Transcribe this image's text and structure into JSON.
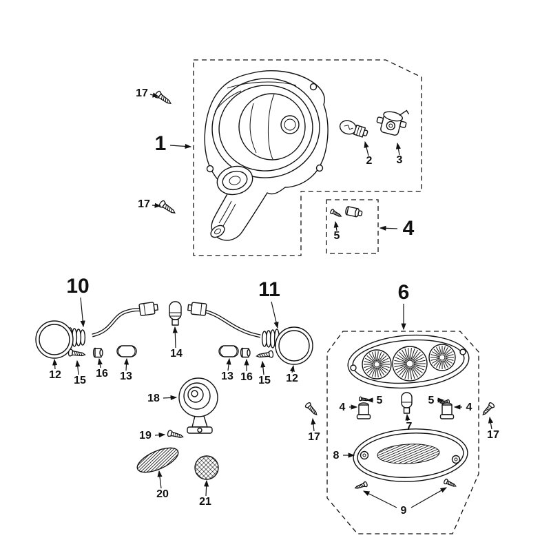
{
  "diagram": {
    "background": "#ffffff",
    "line_color": "#111111",
    "labels": {
      "1": "1",
      "2": "2",
      "3": "3",
      "4": "4",
      "5": "5",
      "6": "6",
      "7": "7",
      "8": "8",
      "9": "9",
      "10": "10",
      "11": "11",
      "12": "12",
      "13": "13",
      "14": "14",
      "15": "15",
      "16": "16",
      "17": "17",
      "18": "18",
      "19": "19",
      "20": "20",
      "21": "21"
    }
  }
}
